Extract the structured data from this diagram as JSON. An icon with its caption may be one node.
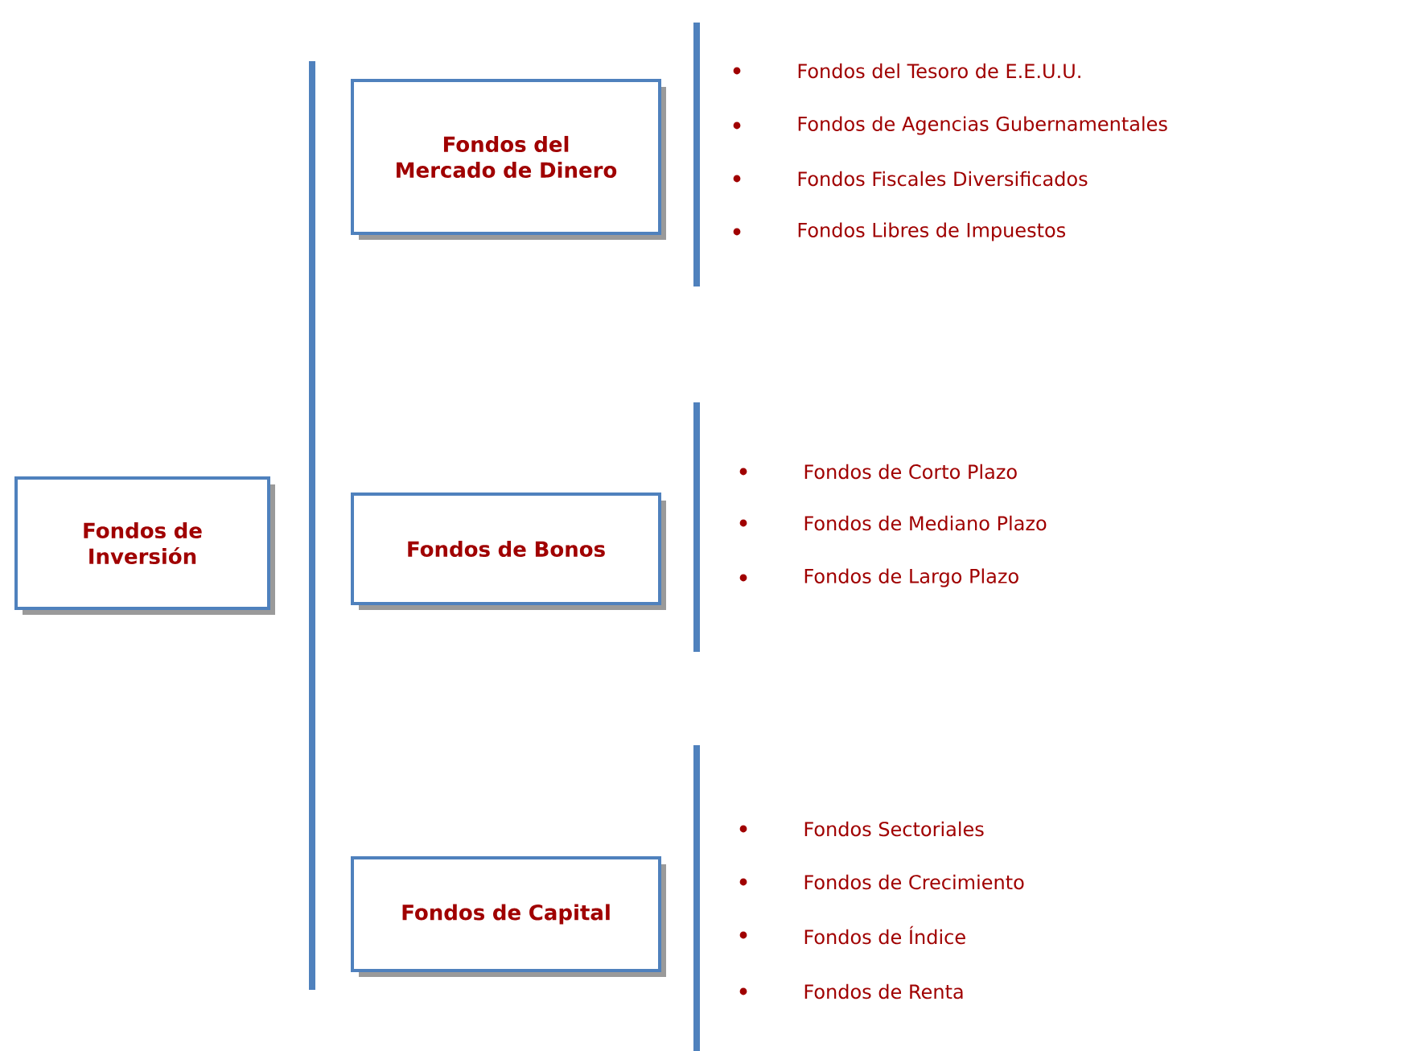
{
  "diagram": {
    "nodes": [
      {
        "text": [
          "Fondos de Inversión"
        ]
      },
      {
        "text": [
          "Fondos del Mercado de Dinero"
        ]
      },
      {
        "text": [
          "Fondos de Bonos"
        ]
      },
      {
        "text": [
          "Fondos de Capital"
        ]
      }
    ],
    "labels": [
      "Fondos del Tesoro de E.E.U.U.",
      "Fondos de Agencias Gubernamentales",
      "Fondos Fiscales Diversificados",
      "Fondos Libres de Impuestos",
      "Fondos de Corto Plazo",
      "Fondos de Mediano Plazo",
      "Fondos de Largo Plazo",
      "Fondos Sectoriales",
      "Fondos de Crecimiento",
      "Fondos de Índice",
      "Fondos de Renta"
    ]
  }
}
